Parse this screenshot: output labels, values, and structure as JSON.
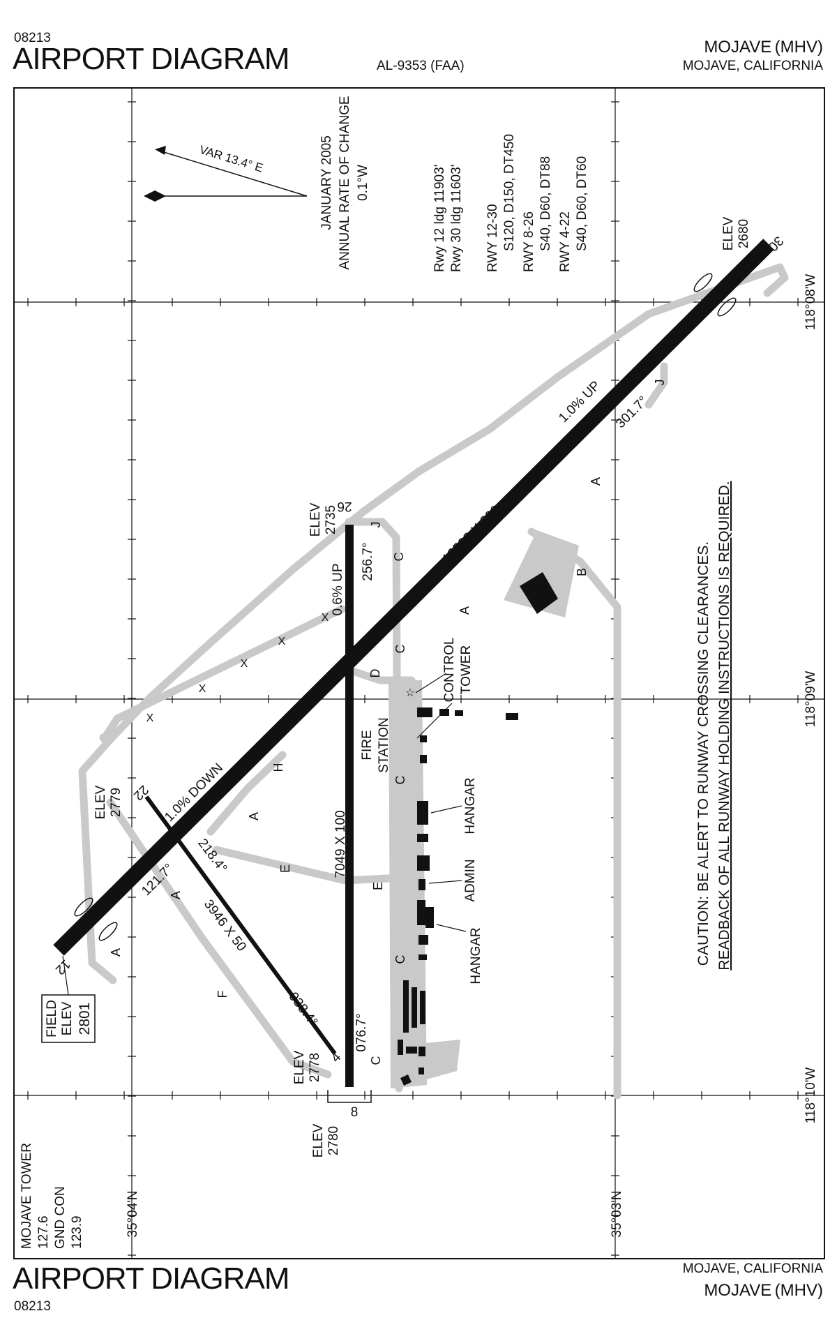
{
  "header": {
    "date_code": "08213",
    "title": "AIRPORT DIAGRAM",
    "chart_id": "AL-9353 (FAA)",
    "location_name": "MOJAVE",
    "location_id": "(MHV)",
    "location_city": "MOJAVE, CALIFORNIA"
  },
  "footer": {
    "title": "AIRPORT DIAGRAM",
    "date_code": "08213",
    "location_city": "MOJAVE, CALIFORNIA",
    "location_name": "MOJAVE",
    "location_id": "(MHV)"
  },
  "variation": {
    "label": "VAR 13.4° E",
    "date": "JANUARY 2005",
    "rate_label": "ANNUAL RATE OF CHANGE",
    "rate": "0.1°W"
  },
  "runway_info": {
    "lengths": [
      "Rwy 12 ldg 11903'",
      "Rwy 30 ldg 11603'"
    ],
    "strengths": [
      {
        "rwy": "RWY 12-30",
        "val": "S120, D150, DT450"
      },
      {
        "rwy": "RWY 8-26",
        "val": "S40, D60, DT88"
      },
      {
        "rwy": "RWY 4-22",
        "val": "S40, D60, DT60"
      }
    ]
  },
  "coords": {
    "lon_top": "118°08'W",
    "lon_mid": "118°09'W",
    "lon_bot": "118°10'W",
    "lat_left": "35°04'N",
    "lat_right": "35°03'N"
  },
  "runways": {
    "main": {
      "end_a": "12",
      "end_b": "30",
      "dims": "12503 X 200",
      "slope": "1.0% UP",
      "slope2": "1.0% DOWN",
      "hdg_a": "301.7°",
      "hdg_b": "121.7°",
      "elev_b_label": "ELEV",
      "elev_b": "2680"
    },
    "rwy826": {
      "end_a": "8",
      "end_b": "26",
      "dims": "7049 X 100",
      "slope": "0.6% UP",
      "hdg_a": "076.7°",
      "hdg_b": "256.7°",
      "elev_a_label": "ELEV",
      "elev_a": "2780",
      "elev_b_label": "ELEV",
      "elev_b": "2735"
    },
    "rwy422": {
      "end_a": "4",
      "end_b": "22",
      "dims": "3946 X 50",
      "hdg_a": "038.4°",
      "hdg_b": "218.4°",
      "elev_a_label": "ELEV",
      "elev_a": "2778",
      "elev_b_label": "ELEV",
      "elev_b": "2779"
    }
  },
  "field_elev": {
    "label1": "FIELD",
    "label2": "ELEV",
    "value": "2801"
  },
  "taxiways": [
    "A",
    "B",
    "C",
    "D",
    "E",
    "F",
    "H",
    "J"
  ],
  "buildings": {
    "control_tower_1": "CONTROL",
    "control_tower_2": "TOWER",
    "fire_1": "FIRE",
    "fire_2": "STATION",
    "hangar": "HANGAR",
    "admin": "ADMIN"
  },
  "closed_mark": "X",
  "caution": {
    "line1": "CAUTION: BE ALERT TO RUNWAY CROSSING CLEARANCES.",
    "line2": "READBACK OF ALL RUNWAY HOLDING INSTRUCTIONS IS REQUIRED."
  },
  "comms": {
    "tower_label": "MOJAVE TOWER",
    "tower_freq": "127.6",
    "gnd_label": "GND CON",
    "gnd_freq": "123.9"
  }
}
